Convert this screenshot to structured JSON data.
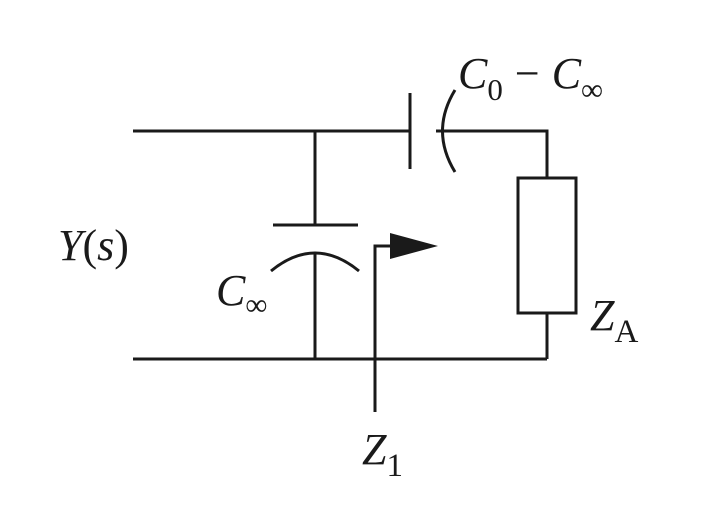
{
  "diagram": {
    "labels": {
      "admittance": {
        "main": "Y",
        "open": "(",
        "var": "s",
        "close": ")"
      },
      "series_capacitor": {
        "c": "C",
        "sub1": "0",
        "minus": "−",
        "c2": "C",
        "sub2": "∞"
      },
      "shunt_capacitor": {
        "c": "C",
        "sub": "∞"
      },
      "impedance_a": {
        "z": "Z",
        "sub": "A"
      },
      "impedance_1": {
        "z": "Z",
        "sub": "1"
      }
    },
    "colors": {
      "stroke": "#1a1a1a",
      "background": "#ffffff"
    }
  }
}
